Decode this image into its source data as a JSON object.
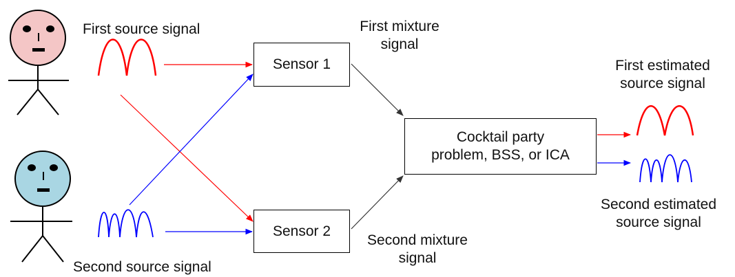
{
  "labels": {
    "first_source": "First source signal",
    "second_source": "Second source signal",
    "first_mixture_l1": "First mixture",
    "first_mixture_l2": "signal",
    "second_mixture_l1": "Second mixture",
    "second_mixture_l2": "signal",
    "first_estimated_l1": "First estimated",
    "first_estimated_l2": "source signal",
    "second_estimated_l1": "Second estimated",
    "second_estimated_l2": "source signal"
  },
  "boxes": {
    "sensor1": "Sensor 1",
    "sensor2": "Sensor 2",
    "process_l1": "Cocktail party",
    "process_l2": "problem, BSS, or ICA"
  },
  "colors": {
    "source1": "#ff0000",
    "source2": "#0000ff",
    "mixture_arrow": "#333333",
    "face1": "#f4c6c6",
    "face2": "#a9d6e3"
  },
  "icons": [
    "person-icon",
    "signal-wave-icon",
    "arrow-icon"
  ]
}
